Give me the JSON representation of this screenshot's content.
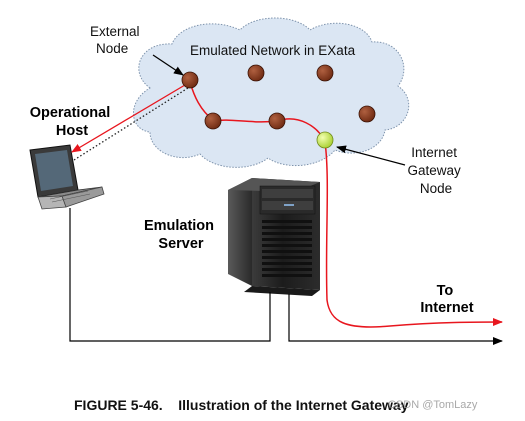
{
  "cloud": {
    "label": "Emulated Network in EXata"
  },
  "labels": {
    "external_node": [
      "External",
      "Node"
    ],
    "operational_host": [
      "Operational",
      "Host"
    ],
    "internet_gateway_node": [
      "Internet",
      "Gateway",
      "Node"
    ],
    "emulation_server": [
      "Emulation",
      "Server"
    ],
    "to_internet": [
      "To",
      "Internet"
    ]
  },
  "caption": "FIGURE 5-46.    Illustration of the Internet Gateway",
  "watermark": "CSDN @TomLazy",
  "colors": {
    "node": "#7a2f16",
    "gateway_node": "#ccf04a",
    "path": "#e8161e",
    "cloud": "#dbe6f3",
    "line": "#000000"
  }
}
